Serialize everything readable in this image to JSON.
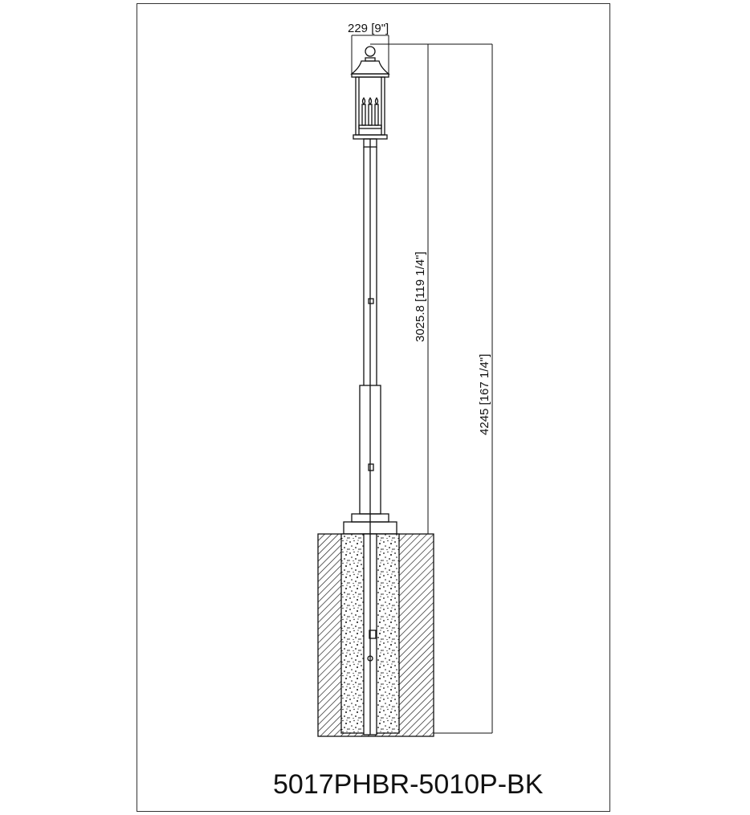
{
  "drawing": {
    "model_number": "5017PHBR-5010P-BK",
    "dimensions": {
      "width": "229 [9\"]",
      "height_above_ground": "3025.8 [119 1/4\"]",
      "overall_height": "4245 [167 1/4\"]"
    },
    "colors": {
      "line": "#111111",
      "frame": "#333333",
      "background": "#ffffff"
    }
  }
}
